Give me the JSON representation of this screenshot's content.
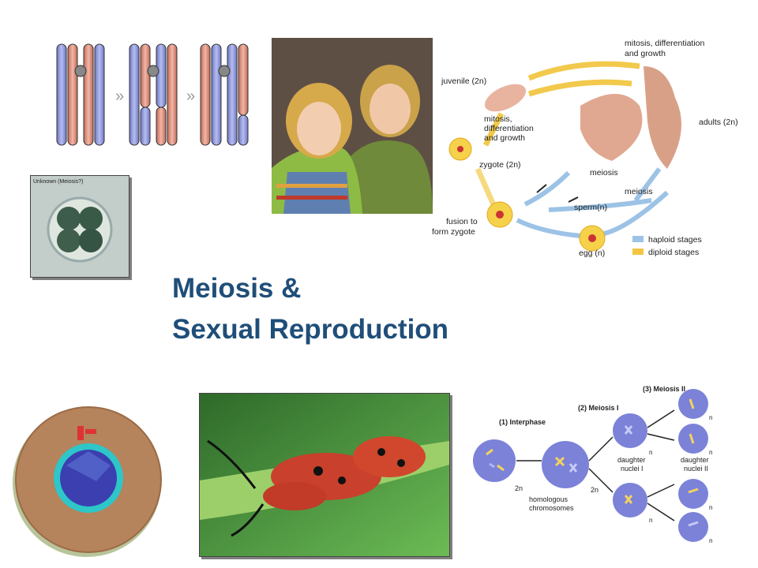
{
  "title": {
    "line1": "Meiosis &",
    "line2": "Sexual Reproduction"
  },
  "life_cycle": {
    "mitosis_top": [
      "mitosis, differentiation",
      "and growth"
    ],
    "juvenile": "juvenile (2n)",
    "adults": "adults (2n)",
    "mitosis_left": [
      "mitosis,",
      "differentiation",
      "and growth"
    ],
    "zygote": "zygote (2n)",
    "meiosis_1": "meiosis",
    "meiosis_2": "meiosis",
    "sperm": "sperm(n)",
    "fusion": [
      "fusion to",
      "form zygote"
    ],
    "egg": "egg (n)",
    "legend": [
      {
        "label": "haploid stages",
        "color": "#9cc3e6"
      },
      {
        "label": "diploid stages",
        "color": "#f5c542"
      }
    ]
  },
  "micrograph": {
    "caption": "Unknown (Meiosis?)"
  },
  "meiosis_diagram": {
    "interphase": "(1) Interphase",
    "meiosis1": "(2) Meiosis I",
    "meiosis2": "(3) Meiosis II",
    "two_n_a": "2n",
    "two_n_b": "2n",
    "daughter1": [
      "daughter",
      "nuclei I"
    ],
    "daughter2": [
      "daughter",
      "nuclei II"
    ],
    "homologous": [
      "homologous",
      "chromosomes"
    ],
    "n_labels": [
      "n",
      "n",
      "n",
      "n",
      "n",
      "n"
    ]
  },
  "colors": {
    "title": "#1f4e79",
    "chrom_blue": "#8b93d6",
    "chrom_pink": "#d98b78"
  }
}
